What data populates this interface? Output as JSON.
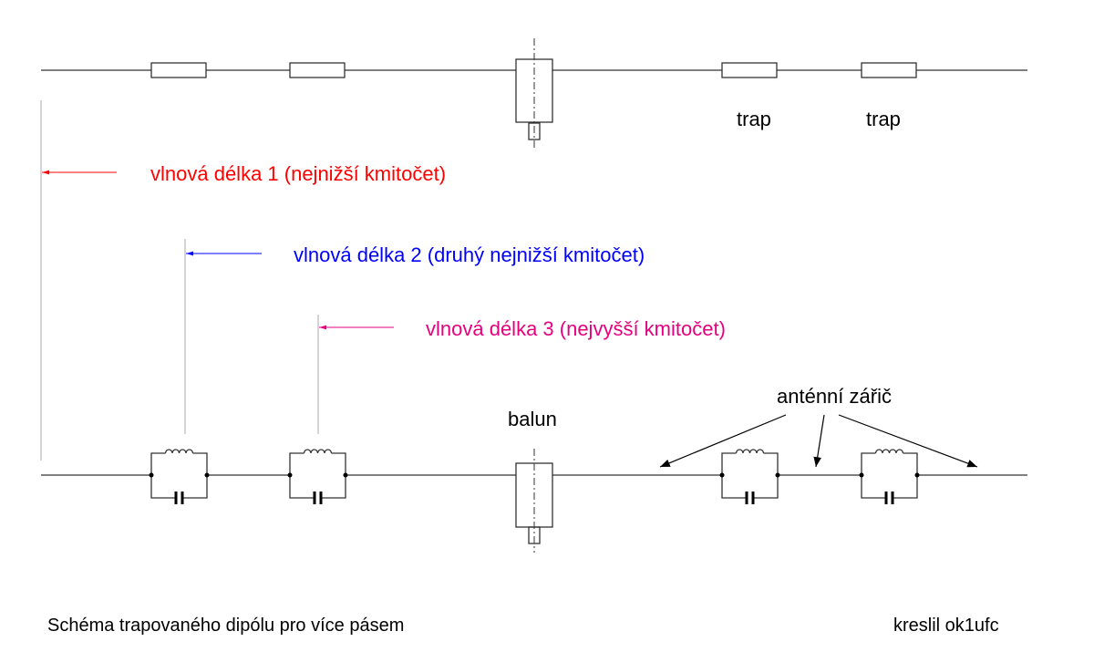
{
  "labels": {
    "wavelength1": "vlnová délka 1 (nejnižší kmitočet)",
    "wavelength2": "vlnová délka 2 (druhý nejnižší kmitočet)",
    "wavelength3": "vlnová délka 3 (nejvyšší kmitočet)",
    "trap1": "trap",
    "trap2": "trap",
    "balun": "balun",
    "radiator": "anténní zářič",
    "caption": "Schéma trapovaného dipólu pro více pásem",
    "author": "kreslil ok1ufc"
  },
  "colors": {
    "wavelength1": "#ff0000",
    "wavelength2": "#0000ff",
    "wavelength3": "#e6007e"
  }
}
